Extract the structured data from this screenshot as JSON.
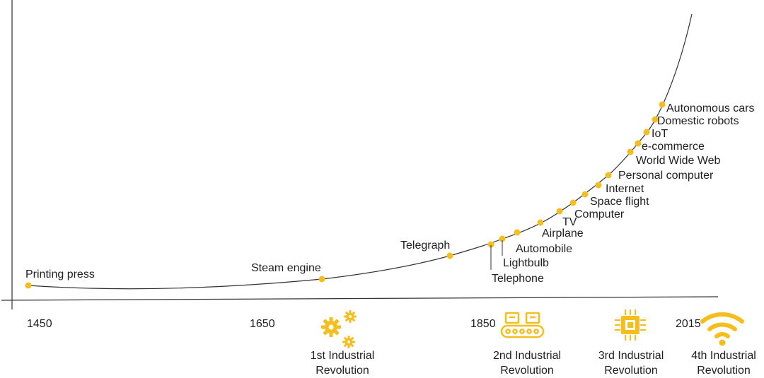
{
  "colors": {
    "accent": "#F5BE1F",
    "line": "#333333",
    "text": "#1f1f1f"
  },
  "years": [
    "1450",
    "1650",
    "1850",
    "2015"
  ],
  "inventions": [
    "Printing press",
    "Steam engine",
    "Telegraph",
    "Telephone",
    "Lightbulb",
    "Automobile",
    "Airplane",
    "TV",
    "Computer",
    "Space flight",
    "Internet",
    "Personal computer",
    "World Wide Web",
    "e-commerce",
    "IoT",
    "Domestic robots",
    "Autonomous cars"
  ],
  "revolutions": [
    {
      "line1": "1st Industrial",
      "line2": "Revolution",
      "icon": "gears-icon"
    },
    {
      "line1": "2nd Industrial",
      "line2": "Revolution",
      "icon": "conveyor-belt-icon"
    },
    {
      "line1": "3rd Industrial",
      "line2": "Revolution",
      "icon": "microchip-icon"
    },
    {
      "line1": "4th Industrial",
      "line2": "Revolution",
      "icon": "wifi-icon"
    }
  ]
}
